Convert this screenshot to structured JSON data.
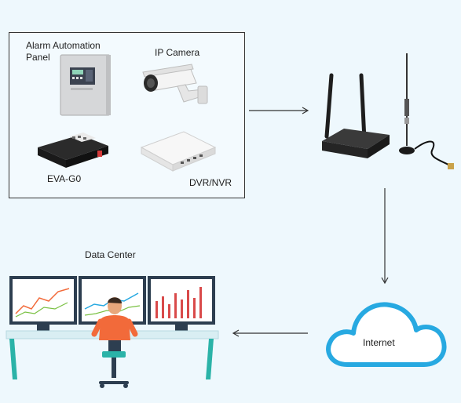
{
  "devices_box": {
    "alarm_panel_label_line1": "Alarm Automation",
    "alarm_panel_label_line2": "Panel",
    "ip_camera_label": "IP Camera",
    "eva_label": "EVA-G0",
    "dvr_label": "DVR/NVR"
  },
  "internet_label": "Internet",
  "data_center_label": "Data Center",
  "colors": {
    "background": "#eef8fd",
    "cloud_stroke": "#27a9e1",
    "desk_top": "#d9eef3",
    "desk_legs": "#2bb3a8",
    "person_shirt": "#f26a3a",
    "monitor_frame": "#2d3e50"
  },
  "icons": [
    "alarm-panel-icon",
    "ip-camera-icon",
    "eva-gateway-icon",
    "dvr-nvr-icon",
    "router-icon",
    "antenna-icon",
    "cloud-icon",
    "monitor-icon",
    "person-icon",
    "desk-icon",
    "chair-icon"
  ]
}
